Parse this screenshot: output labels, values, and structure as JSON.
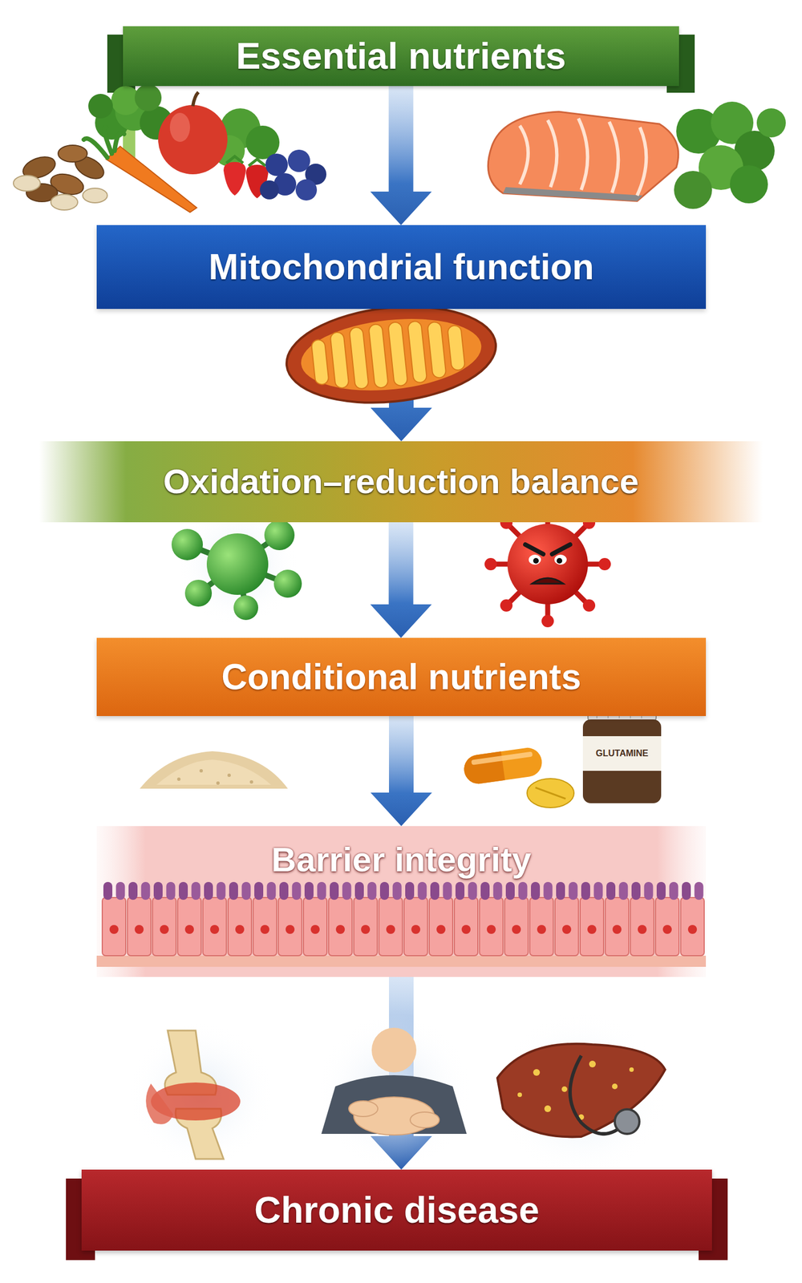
{
  "diagram": {
    "nodes": [
      {
        "text": [
          "Essential nutrients"
        ]
      },
      {
        "text": [
          "Mitochondrial function"
        ]
      },
      {
        "text": [
          "Oxidation–reduction balance"
        ]
      },
      {
        "text": [
          "Conditional nutrients"
        ]
      },
      {
        "text": [
          "Barrier integrity"
        ]
      },
      {
        "text": [
          "Chronic disease"
        ]
      }
    ],
    "edges": [
      {
        "from": 0,
        "to": 1,
        "arrow": "to"
      },
      {
        "from": 1,
        "to": 2,
        "arrow": "to"
      },
      {
        "from": 2,
        "to": 3,
        "arrow": "to"
      },
      {
        "from": 3,
        "to": 4,
        "arrow": "to"
      },
      {
        "from": 4,
        "to": 5,
        "arrow": "to"
      }
    ],
    "labels": [
      "GLUTAMINE"
    ]
  }
}
